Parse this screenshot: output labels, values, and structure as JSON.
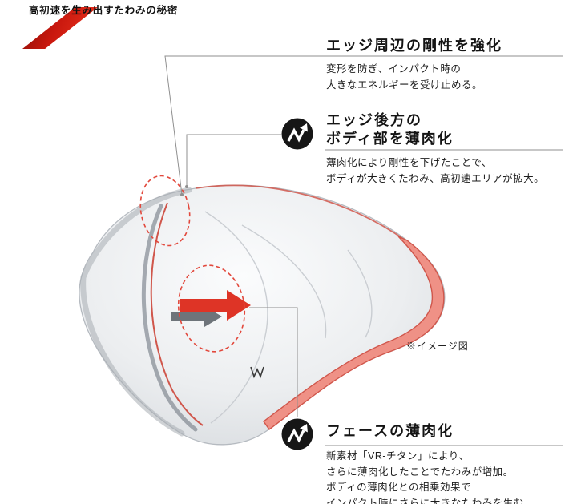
{
  "header": {
    "title": "高初速を生み出すたわみの秘密"
  },
  "image_note": "※イメージ図",
  "colors": {
    "accent_red": "#d62015",
    "cross_section_fill": "#ef9186",
    "cross_section_edge": "#d0564b",
    "dashed_highlight": "#e2483c",
    "arrow_red": "#de3426",
    "arrow_gray": "#6e747a",
    "icon_black": "#161616",
    "body_gray": "#e8ebee"
  },
  "icons": {
    "flex_icon": "zigzag-arrow-up-right"
  },
  "callouts": [
    {
      "id": "edge-rigidity",
      "title_lines": [
        "エッジ周辺の剛性を強化"
      ],
      "desc": [
        "変形を防ぎ、インパクト時の",
        "大きなエネルギーを受け止める。"
      ]
    },
    {
      "id": "body-thinning",
      "title_lines": [
        "エッジ後方の",
        "ボディ部を薄肉化"
      ],
      "desc": [
        "薄肉化により剛性を下げたことで、",
        "ボディが大きくたわみ、高初速エリアが拡大。"
      ]
    },
    {
      "id": "face-thinning",
      "title_lines": [
        "フェースの薄肉化"
      ],
      "desc": [
        "新素材「VR-チタン」により、",
        "さらに薄肉化したことでたわみが増加。",
        "ボディの薄肉化との相乗効果で",
        "インパクト時にさらに大きなたわみを生む。"
      ]
    }
  ]
}
